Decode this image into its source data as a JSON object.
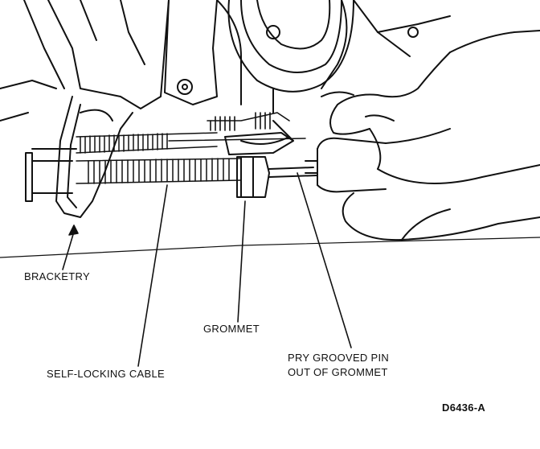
{
  "labels": {
    "bracketry": "BRACKETRY",
    "grommet": "GROMMET",
    "self_locking_cable": "SELF-LOCKING CABLE",
    "pry_line1": "PRY GROOVED PIN",
    "pry_line2": "OUT OF GROMMET",
    "figure_code": "D6436-A"
  },
  "colors": {
    "ink": "#111111",
    "paper": "#ffffff"
  }
}
